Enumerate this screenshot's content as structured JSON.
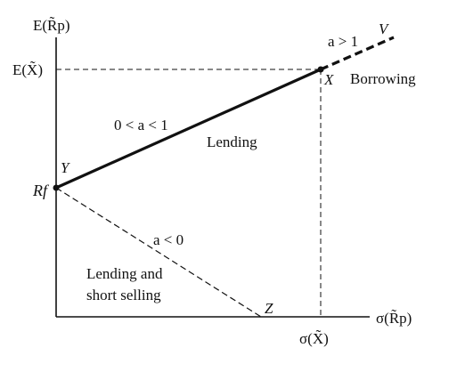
{
  "axes": {
    "y_label": "E(R̃p)",
    "x_label": "σ(R̃p)",
    "ey_tick": "E(X̃)",
    "sx_tick": "σ(X̃)",
    "rf_tick": "Rf"
  },
  "points": {
    "y": "Y",
    "x": "X",
    "v": "V",
    "z": "Z"
  },
  "labels": {
    "a_gt_1": "a > 1",
    "a_between": "0 < a < 1",
    "lending": "Lending",
    "borrowing": "Borrowing",
    "a_lt_0": "a < 0",
    "lending_short_1": "Lending and",
    "lending_short_2": "short selling"
  },
  "colors": {
    "ink": "#111111"
  }
}
